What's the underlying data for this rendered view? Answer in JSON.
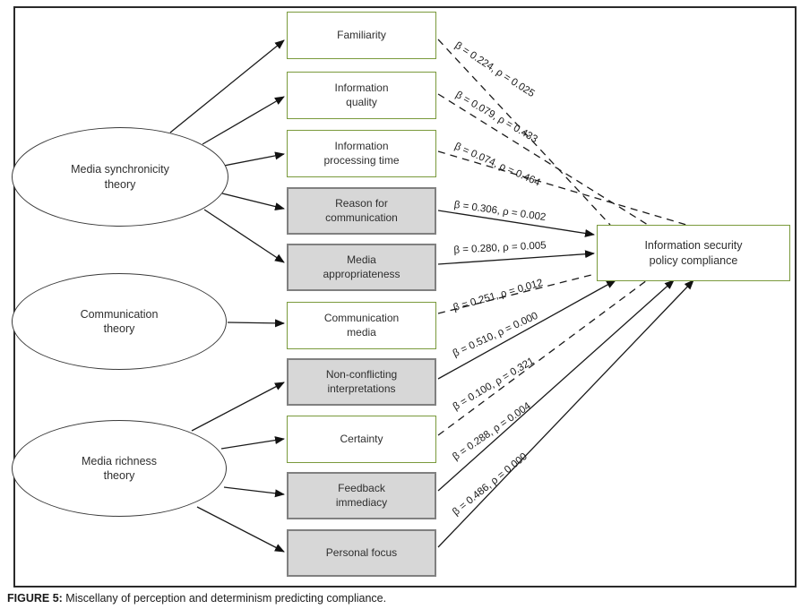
{
  "figure": {
    "caption_label": "FIGURE 5:",
    "caption_text": " Miscellany of perception and determinism predicting compliance."
  },
  "colors": {
    "significant_box_fill": "#d7d7d7",
    "significant_box_border": "#808080",
    "nonsignificant_box_border": "#7a9a3c",
    "line_color": "#1a1a1a"
  },
  "theories": [
    {
      "label": "Media synchronicity\ntheory"
    },
    {
      "label": "Communication\ntheory"
    },
    {
      "label": "Media richness\ntheory"
    }
  ],
  "mediators": [
    {
      "label": "Familiarity",
      "type": "green"
    },
    {
      "label": "Information\nquality",
      "type": "green"
    },
    {
      "label": "Information\nprocessing time",
      "type": "green"
    },
    {
      "label": "Reason for\ncommunication",
      "type": "gray"
    },
    {
      "label": "Media\nappropriateness",
      "type": "gray"
    },
    {
      "label": "Communication\nmedia",
      "type": "green"
    },
    {
      "label": "Non-conflicting\ninterpretations",
      "type": "gray"
    },
    {
      "label": "Certainty",
      "type": "green"
    },
    {
      "label": "Feedback\nimmediacy",
      "type": "gray"
    },
    {
      "label": "Personal focus",
      "type": "gray"
    }
  ],
  "outcome": {
    "label": "Information security\npolicy compliance"
  },
  "paths": [
    {
      "from": "Familiarity",
      "label": "β = 0.224, ρ = 0.025",
      "beta": 0.224,
      "rho": 0.025,
      "style": "dashed"
    },
    {
      "from": "Information quality",
      "label": "β = 0.079, ρ = 0.433",
      "beta": 0.079,
      "rho": 0.433,
      "style": "dashed"
    },
    {
      "from": "Information processing time",
      "label": "β = 0.074, ρ = 0.464",
      "beta": 0.074,
      "rho": 0.464,
      "style": "dashed"
    },
    {
      "from": "Reason for communication",
      "label": "β = 0.306, ρ = 0.002",
      "beta": 0.306,
      "rho": 0.002,
      "style": "solid"
    },
    {
      "from": "Media appropriateness",
      "label": "β = 0.280, ρ = 0.005",
      "beta": 0.28,
      "rho": 0.005,
      "style": "solid"
    },
    {
      "from": "Communication media",
      "label": "β = 0.251, ρ = 0.012",
      "beta": 0.251,
      "rho": 0.012,
      "style": "dashed"
    },
    {
      "from": "Non-conflicting interpretations",
      "label": "β = 0.510, ρ = 0.000",
      "beta": 0.51,
      "rho": 0.0,
      "style": "solid"
    },
    {
      "from": "Certainty",
      "label": "β = 0.100, ρ = 0.321",
      "beta": 0.1,
      "rho": 0.321,
      "style": "dashed"
    },
    {
      "from": "Feedback immediacy",
      "label": "β = 0.288, ρ = 0.004",
      "beta": 0.288,
      "rho": 0.004,
      "style": "solid"
    },
    {
      "from": "Personal focus",
      "label": "β = 0.486, ρ = 0.000",
      "beta": 0.486,
      "rho": 0.0,
      "style": "solid"
    }
  ]
}
